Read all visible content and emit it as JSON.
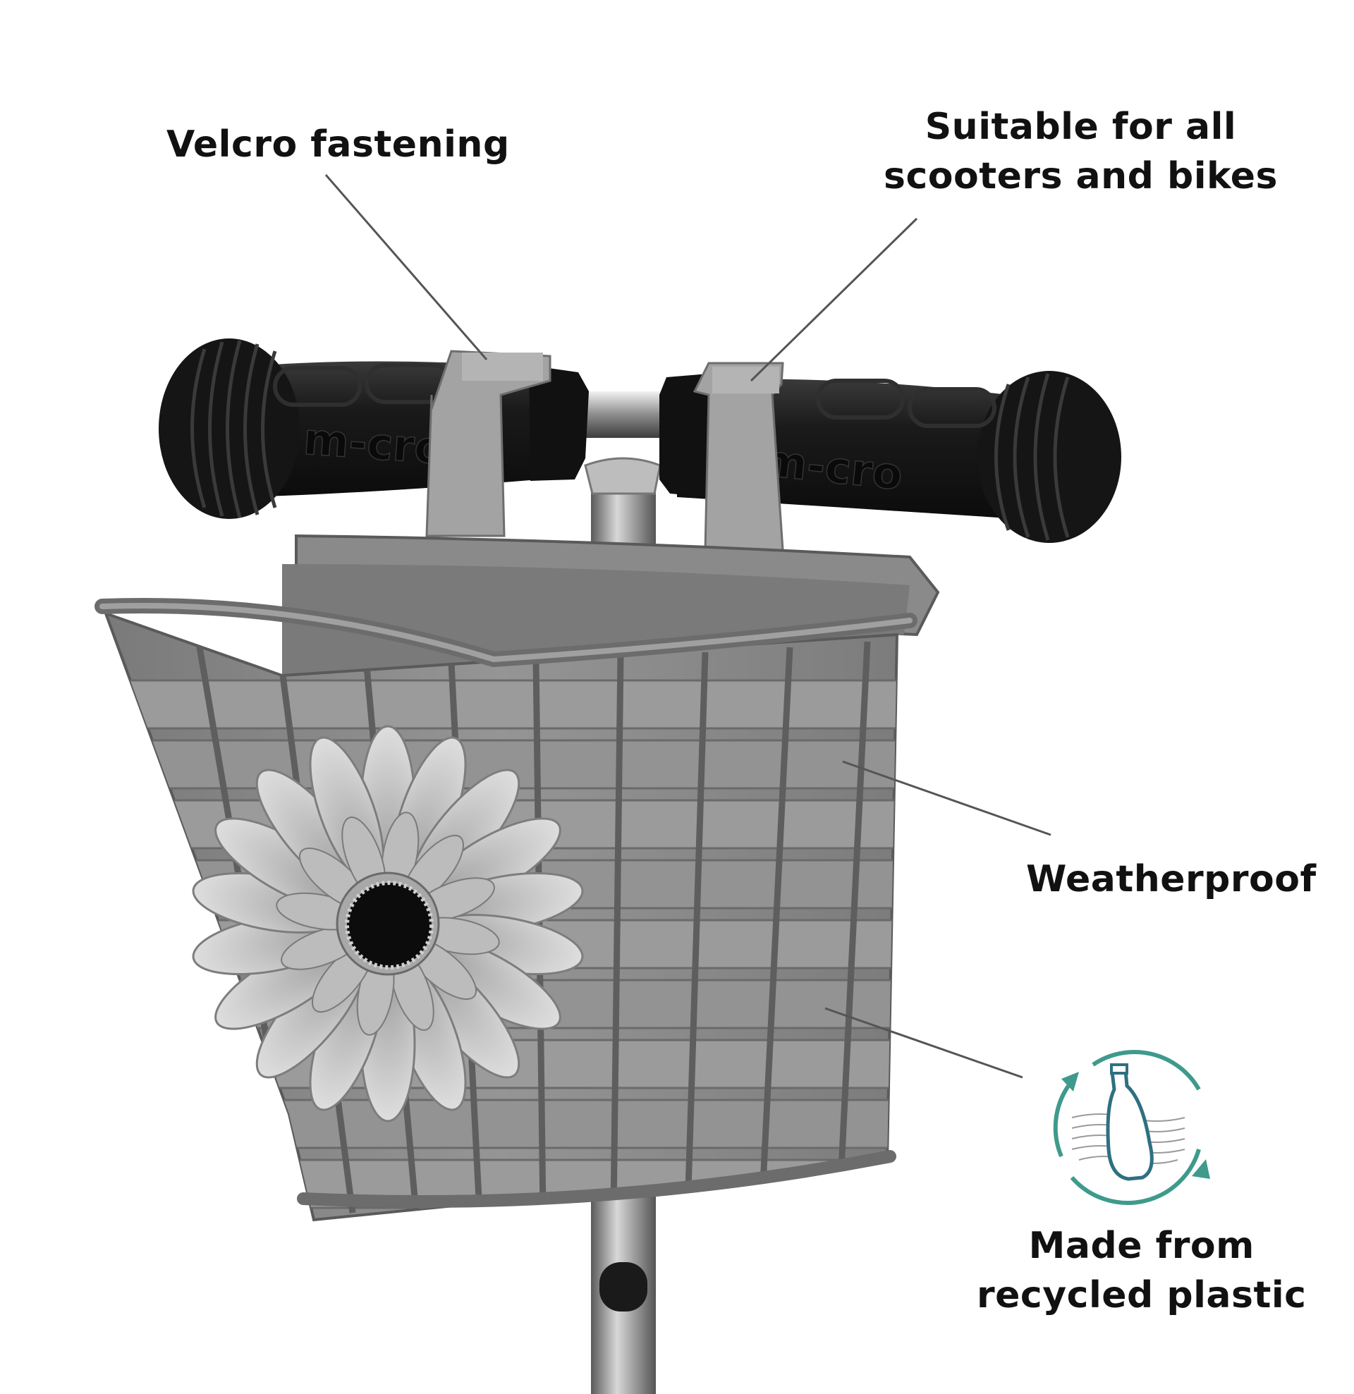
{
  "features": {
    "velcro": {
      "lines": [
        "Velcro fastening"
      ]
    },
    "suitable": {
      "lines": [
        "Suitable for all",
        "scooters and bikes"
      ]
    },
    "weatherproof": {
      "lines": [
        "Weatherproof"
      ]
    },
    "recycled": {
      "lines": [
        "Made from",
        "recycled plastic"
      ]
    }
  },
  "grip_text": "m-cro",
  "icons": {
    "recycle": "recycled-bottle-icon"
  },
  "colors": {
    "background": "#ffffff",
    "label_text": "#111111",
    "basket": "#8a8a8a",
    "grip": "#1c1c1c",
    "flower": "#c4c4c4",
    "icon_accent": "#3e9a8c"
  }
}
